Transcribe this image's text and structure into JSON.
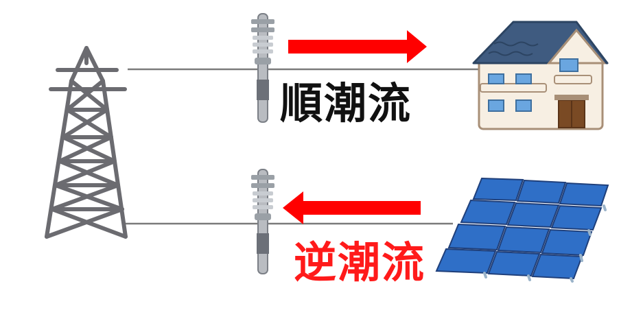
{
  "diagram": {
    "forward_flow": {
      "label": "順潮流",
      "color": "#111111",
      "arrow_color": "#ff0000",
      "direction": "right"
    },
    "reverse_flow": {
      "label": "逆潮流",
      "color": "#ff1a1a",
      "arrow_color": "#ff0000",
      "direction": "left"
    },
    "icons": [
      "transmission-tower-icon",
      "utility-pole-icon",
      "house-icon",
      "solar-panel-array-icon"
    ]
  }
}
